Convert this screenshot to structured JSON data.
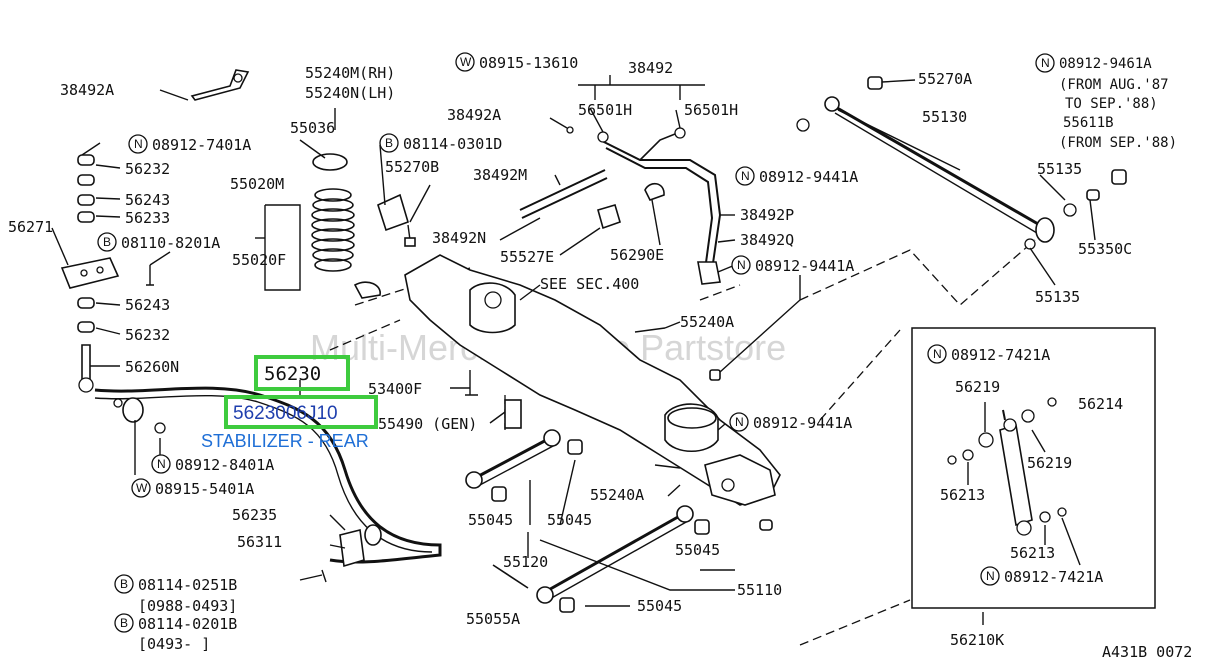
{
  "watermark": "Multi-Merchant Auto Partstore",
  "highlight": {
    "part_no": "56230",
    "oem_no": "5623006J10",
    "desc": "STABILIZER - REAR"
  },
  "labels": {
    "l38492A_top": "38492A",
    "n08912_7401A": "08912-7401A",
    "l56232a": "56232",
    "l56243a": "56243",
    "l56233": "56233",
    "l56271": "56271",
    "b08110_8201A": "08110-8201A",
    "l56243b": "56243",
    "l56232b": "56232",
    "l56260N": "56260N",
    "n08912_8401A": "08912-8401A",
    "w08915_5401A": "08915-5401A",
    "l56235": "56235",
    "l56311": "56311",
    "b08114_0251B": "08114-0251B",
    "d0988_0493": "[0988-0493]",
    "b08114_0201B": "08114-0201B",
    "d0493": "[0493-      ]",
    "l55240M": "55240M(RH)",
    "l55240N": "55240N(LH)",
    "l55036": "55036",
    "l55020M": "55020M",
    "l55020F": "55020F",
    "b08114_0301D": "08114-0301D",
    "l55270B": "55270B",
    "w08915_13610": "08915-13610",
    "l38492_top": "38492",
    "l38492A_mid": "38492A",
    "l56501H_a": "56501H",
    "l56501H_b": "56501H",
    "l38492M": "38492M",
    "l38492N": "38492N",
    "l55527E": "55527E",
    "l56290E": "56290E",
    "l38492P": "38492P",
    "l38492Q": "38492Q",
    "n08912_9441A_a": "08912-9441A",
    "see_sec": "SEE SEC.400",
    "l55240A_a": "55240A",
    "l53400F": "53400F",
    "l55490": "55490 (GEN)",
    "n08912_9441A_b": "08912-9441A",
    "l55240A_b": "55240A",
    "l55045_a": "55045",
    "l55045_b": "55045",
    "l55045_c": "55045",
    "l55045_d": "55045",
    "l55120": "55120",
    "l55110": "55110",
    "l55055A": "55055A",
    "l55270A": "55270A",
    "l55130": "55130",
    "n08912_9441A_c": "08912-9441A",
    "l55135_a": "55135",
    "l55135_b": "55135",
    "l55350C": "55350C",
    "n08912_9461A": "08912-9461A",
    "from_aug": "(FROM AUG.'87",
    "to_sep": "TO SEP.'88)",
    "l55611B": "55611B",
    "from_sep": "(FROM SEP.'88)",
    "n08912_7421A_a": "08912-7421A",
    "l56219_a": "56219",
    "l56214": "56214",
    "l56219_b": "56219",
    "l56213_a": "56213",
    "l56213_b": "56213",
    "n08912_7421A_b": "08912-7421A",
    "l56210K": "56210K",
    "ref": "A431B 0072"
  },
  "circle_letters": {
    "n": "N",
    "b": "B",
    "w": "W"
  }
}
